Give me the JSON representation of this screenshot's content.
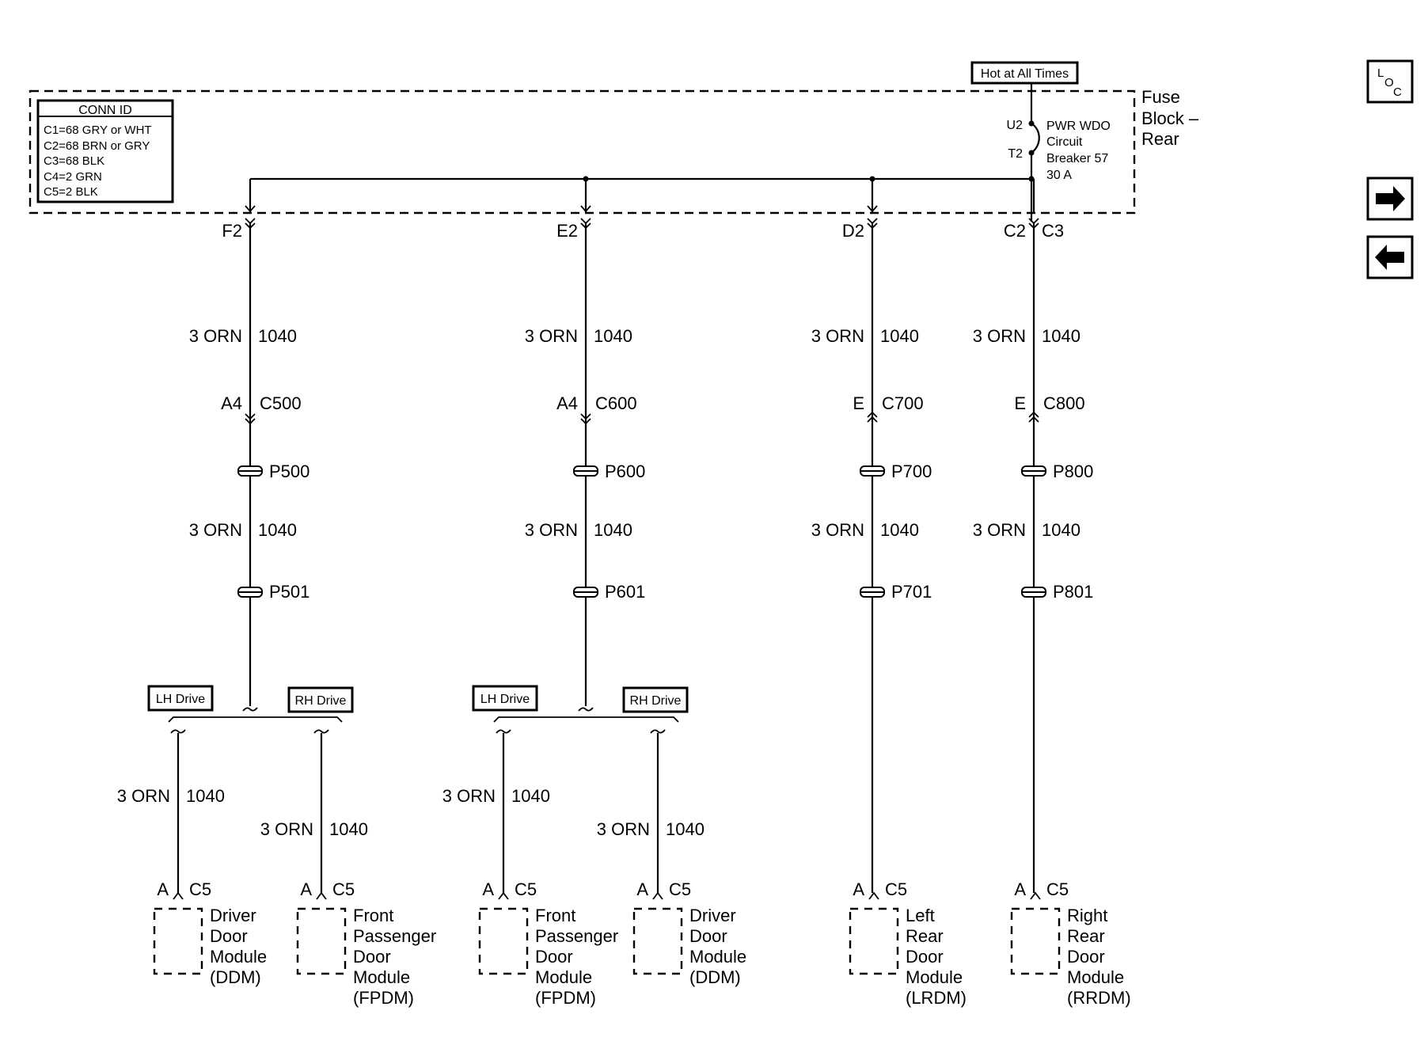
{
  "hot_label": "Hot at All Times",
  "fuse_block": {
    "line1": "Fuse",
    "line2": "Block –",
    "line3": "Rear"
  },
  "breaker": {
    "pin_top": "U2",
    "pin_bottom": "T2",
    "line1": "PWR WDO",
    "line2": "Circuit",
    "line3": "Breaker 57",
    "line4": "30 A"
  },
  "conn_id": {
    "title": "CONN ID",
    "lines": [
      "C1=68 GRY or WHT",
      "C2=68 BRN or GRY",
      "C3=68 BLK",
      "C4=2 GRN",
      "C5=2 BLK"
    ]
  },
  "nav": {
    "loc_l": "L",
    "loc_o": "O",
    "loc_c": "C",
    "next_icon": "arrow-right-icon",
    "prev_icon": "arrow-left-icon"
  },
  "branches": [
    {
      "fuse_pin": "F2",
      "wire_color": "3 ORN",
      "circuit": "1040",
      "conn_pin": "A4",
      "connector": "C500",
      "splice1": "P500",
      "splice2": "P501"
    },
    {
      "fuse_pin": "E2",
      "wire_color": "3 ORN",
      "circuit": "1040",
      "conn_pin": "A4",
      "connector": "C600",
      "splice1": "P600",
      "splice2": "P601"
    },
    {
      "fuse_pin": "D2",
      "wire_color": "3 ORN",
      "circuit": "1040",
      "conn_pin": "E",
      "connector": "C700",
      "splice1": "P700",
      "splice2": "P701"
    },
    {
      "fuse_pin": "C2",
      "fuse_conn": "C3",
      "wire_color": "3 ORN",
      "circuit": "1040",
      "conn_pin": "E",
      "connector": "C800",
      "splice1": "P800",
      "splice2": "P801"
    }
  ],
  "options": {
    "lh": "LH Drive",
    "rh": "RH Drive"
  },
  "modules": [
    {
      "pin": "A",
      "connector": "C5",
      "wire_color": "3 ORN",
      "circuit": "1040",
      "name": [
        "Driver",
        "Door",
        "Module",
        "(DDM)"
      ]
    },
    {
      "pin": "A",
      "connector": "C5",
      "wire_color": "3 ORN",
      "circuit": "1040",
      "name": [
        "Front",
        "Passenger",
        "Door",
        "Module",
        "(FPDM)"
      ]
    },
    {
      "pin": "A",
      "connector": "C5",
      "wire_color": "3 ORN",
      "circuit": "1040",
      "name": [
        "Front",
        "Passenger",
        "Door",
        "Module",
        "(FPDM)"
      ]
    },
    {
      "pin": "A",
      "connector": "C5",
      "wire_color": "3 ORN",
      "circuit": "1040",
      "name": [
        "Driver",
        "Door",
        "Module",
        "(DDM)"
      ]
    },
    {
      "pin": "A",
      "connector": "C5",
      "name": [
        "Left",
        "Rear",
        "Door",
        "Module",
        "(LRDM)"
      ]
    },
    {
      "pin": "A",
      "connector": "C5",
      "name": [
        "Right",
        "Rear",
        "Door",
        "Module",
        "(RRDM)"
      ]
    }
  ]
}
